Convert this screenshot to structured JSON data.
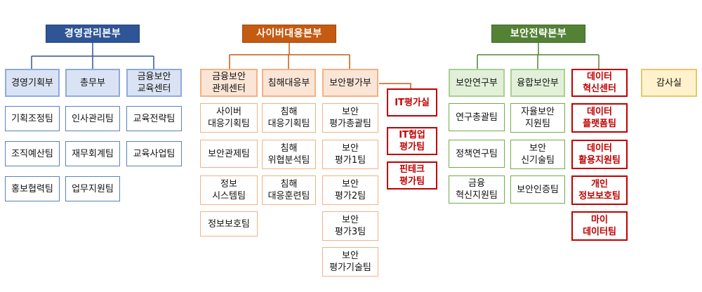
{
  "divisions": {
    "management": {
      "title": "경영관리본부",
      "depts": {
        "planning": {
          "name": "경영기획부",
          "teams": [
            "기획조정팀",
            "조직예산팀",
            "홍보협력팀"
          ]
        },
        "general": {
          "name": "총무부",
          "teams": [
            "인사관리팀",
            "재무회계팀",
            "업무지원팀"
          ]
        },
        "education": {
          "name": "금융보안\n교육센터",
          "teams": [
            "교육전략팀",
            "교육사업팀"
          ]
        }
      }
    },
    "cyber": {
      "title": "사이버대응본부",
      "depts": {
        "control": {
          "name": "금융보안\n관제센터",
          "teams": [
            "사이버\n대응기획팀",
            "보안관제팀",
            "정보\n시스템팀",
            "정보보호팀"
          ]
        },
        "incident": {
          "name": "침해대응부",
          "teams": [
            "침해\n대응기획팀",
            "침해\n위협분석팀",
            "침해\n대응훈련팀"
          ]
        },
        "evaluation": {
          "name": "보안평가부",
          "teams": [
            "보안\n평가총괄팀",
            "보안\n평가1팀",
            "보안\n평가2팀",
            "보안\n평가3팀",
            "보안\n평가기술팀"
          ]
        },
        "it_eval": {
          "name": "IT평가실",
          "teams": [
            "IT협업\n평가팀",
            "핀테크\n평가팀"
          ]
        }
      }
    },
    "strategy": {
      "title": "보안전략본부",
      "depts": {
        "research": {
          "name": "보안연구부",
          "teams": [
            "연구총괄팀",
            "정책연구팀",
            "금융\n혁신지원팀"
          ]
        },
        "convergence": {
          "name": "융합보안부",
          "teams": [
            "자율보안\n지원팀",
            "보안\n신기술팀",
            "보안인증팀"
          ]
        },
        "data": {
          "name": "데이터\n혁신센터",
          "teams": [
            "데이터\n플랫폼팀",
            "데이터\n활용지원팀",
            "개인\n정보보호팀",
            "마이\n데이터팀"
          ]
        }
      }
    }
  },
  "audit": {
    "name": "감사실"
  },
  "colors": {
    "blue_header": "#2f5597",
    "orange_header": "#c55a11",
    "green_header": "#548235",
    "new_unit_red": "#c00000"
  }
}
